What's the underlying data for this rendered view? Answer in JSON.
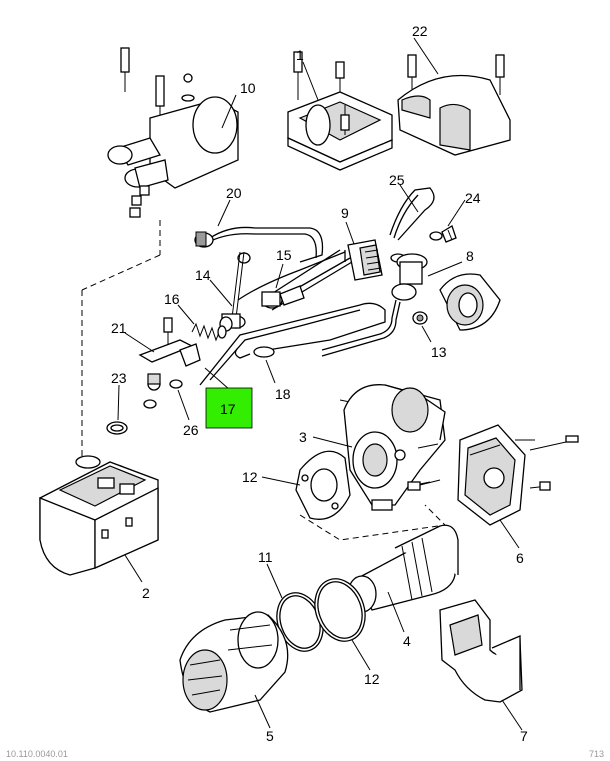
{
  "callouts": {
    "c1": "1",
    "c2": "2",
    "c3": "3",
    "c4": "4",
    "c5": "5",
    "c6": "6",
    "c7": "7",
    "c8": "8",
    "c9": "9",
    "c10": "10",
    "c11": "11",
    "c12a": "12",
    "c12b": "12",
    "c13": "13",
    "c14": "14",
    "c15": "15",
    "c16": "16",
    "c17": "17",
    "c18": "18",
    "c20": "20",
    "c21": "21",
    "c22": "22",
    "c23": "23",
    "c24": "24",
    "c25": "25",
    "c26": "26"
  },
  "highlight_color": "#33ee00",
  "footer": {
    "left": "10.110.0040.01",
    "right": "713"
  }
}
